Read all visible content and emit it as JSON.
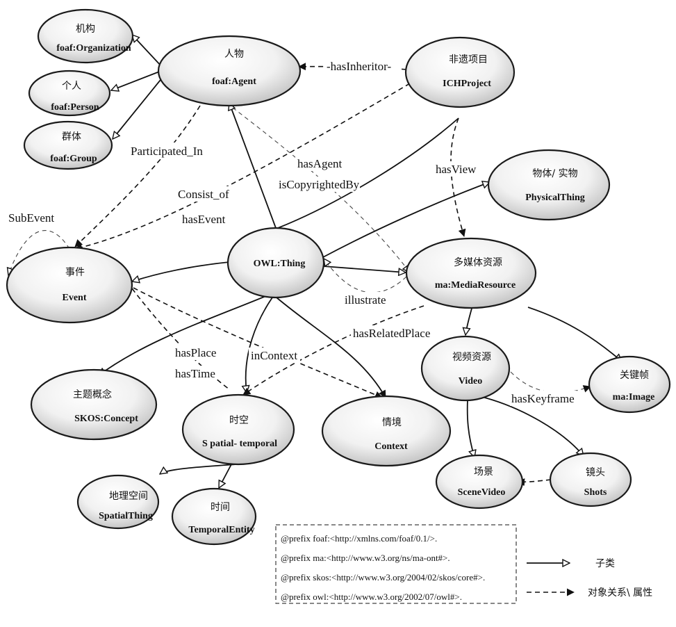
{
  "nodes": {
    "organization": {
      "zh": "机构",
      "en": "foaf:Organization"
    },
    "person": {
      "zh": "个人",
      "en": "foaf:Person"
    },
    "group": {
      "zh": "群体",
      "en": "foaf:Group"
    },
    "agent": {
      "zh": "人物",
      "en": "foaf:Agent"
    },
    "ichproject": {
      "zh": "非遗项目",
      "en": "ICHProject"
    },
    "physicalthing": {
      "zh": "物体/ 实物",
      "en": "PhysicalThing"
    },
    "event": {
      "zh": "事件",
      "en": "Event"
    },
    "owlthing": {
      "en": "OWL:Thing"
    },
    "mediaresource": {
      "zh": "多媒体资源",
      "en": "ma:MediaResource"
    },
    "concept": {
      "zh": "主题概念",
      "en": "SKOS:Concept"
    },
    "spatiotemporal": {
      "zh": "时空",
      "en": "S patial-   temporal"
    },
    "context": {
      "zh": "情境",
      "en": "Context"
    },
    "video": {
      "zh": "视频资源",
      "en": "Video"
    },
    "image": {
      "zh": "关键帧",
      "en": "ma:Image"
    },
    "scenevideo": {
      "zh": "场景",
      "en": "SceneVideo"
    },
    "shots": {
      "zh": "镜头",
      "en": "Shots"
    },
    "spatialthing": {
      "zh": "地理空间",
      "en": "SpatialThing"
    },
    "temporalentity": {
      "zh": "时间",
      "en": "TemporalEntity"
    }
  },
  "edge_labels": {
    "hasInheritor": "-hasInheritor-",
    "participatedIn": "Participated_In",
    "consistOf": "Consist_of",
    "hasEvent": "hasEvent",
    "subEvent": "SubEvent",
    "hasAgent": "hasAgent",
    "isCopyrightedBy": "isCopyrightedBy",
    "hasView": "hasView",
    "illustrate": "illustrate",
    "hasRelatedPlace": "hasRelatedPlace",
    "hasPlace": "hasPlace",
    "hasTime": "hasTime",
    "inContext": "inContext",
    "hasKeyframe": "hasKeyframe"
  },
  "prefixes": [
    "@prefix foaf:<http://xmlns.com/foaf/0.1/>.",
    "@prefix ma:<http://www.w3.org/ns/ma-ont#>.",
    "@prefix skos:<http://www.w3.org/2004/02/skos/core#>.",
    "@prefix owl:<http://www.w3.org/2002/07/owl#>."
  ],
  "legend": {
    "subclass": "子类",
    "relation": "对象关系\\ 属性"
  }
}
